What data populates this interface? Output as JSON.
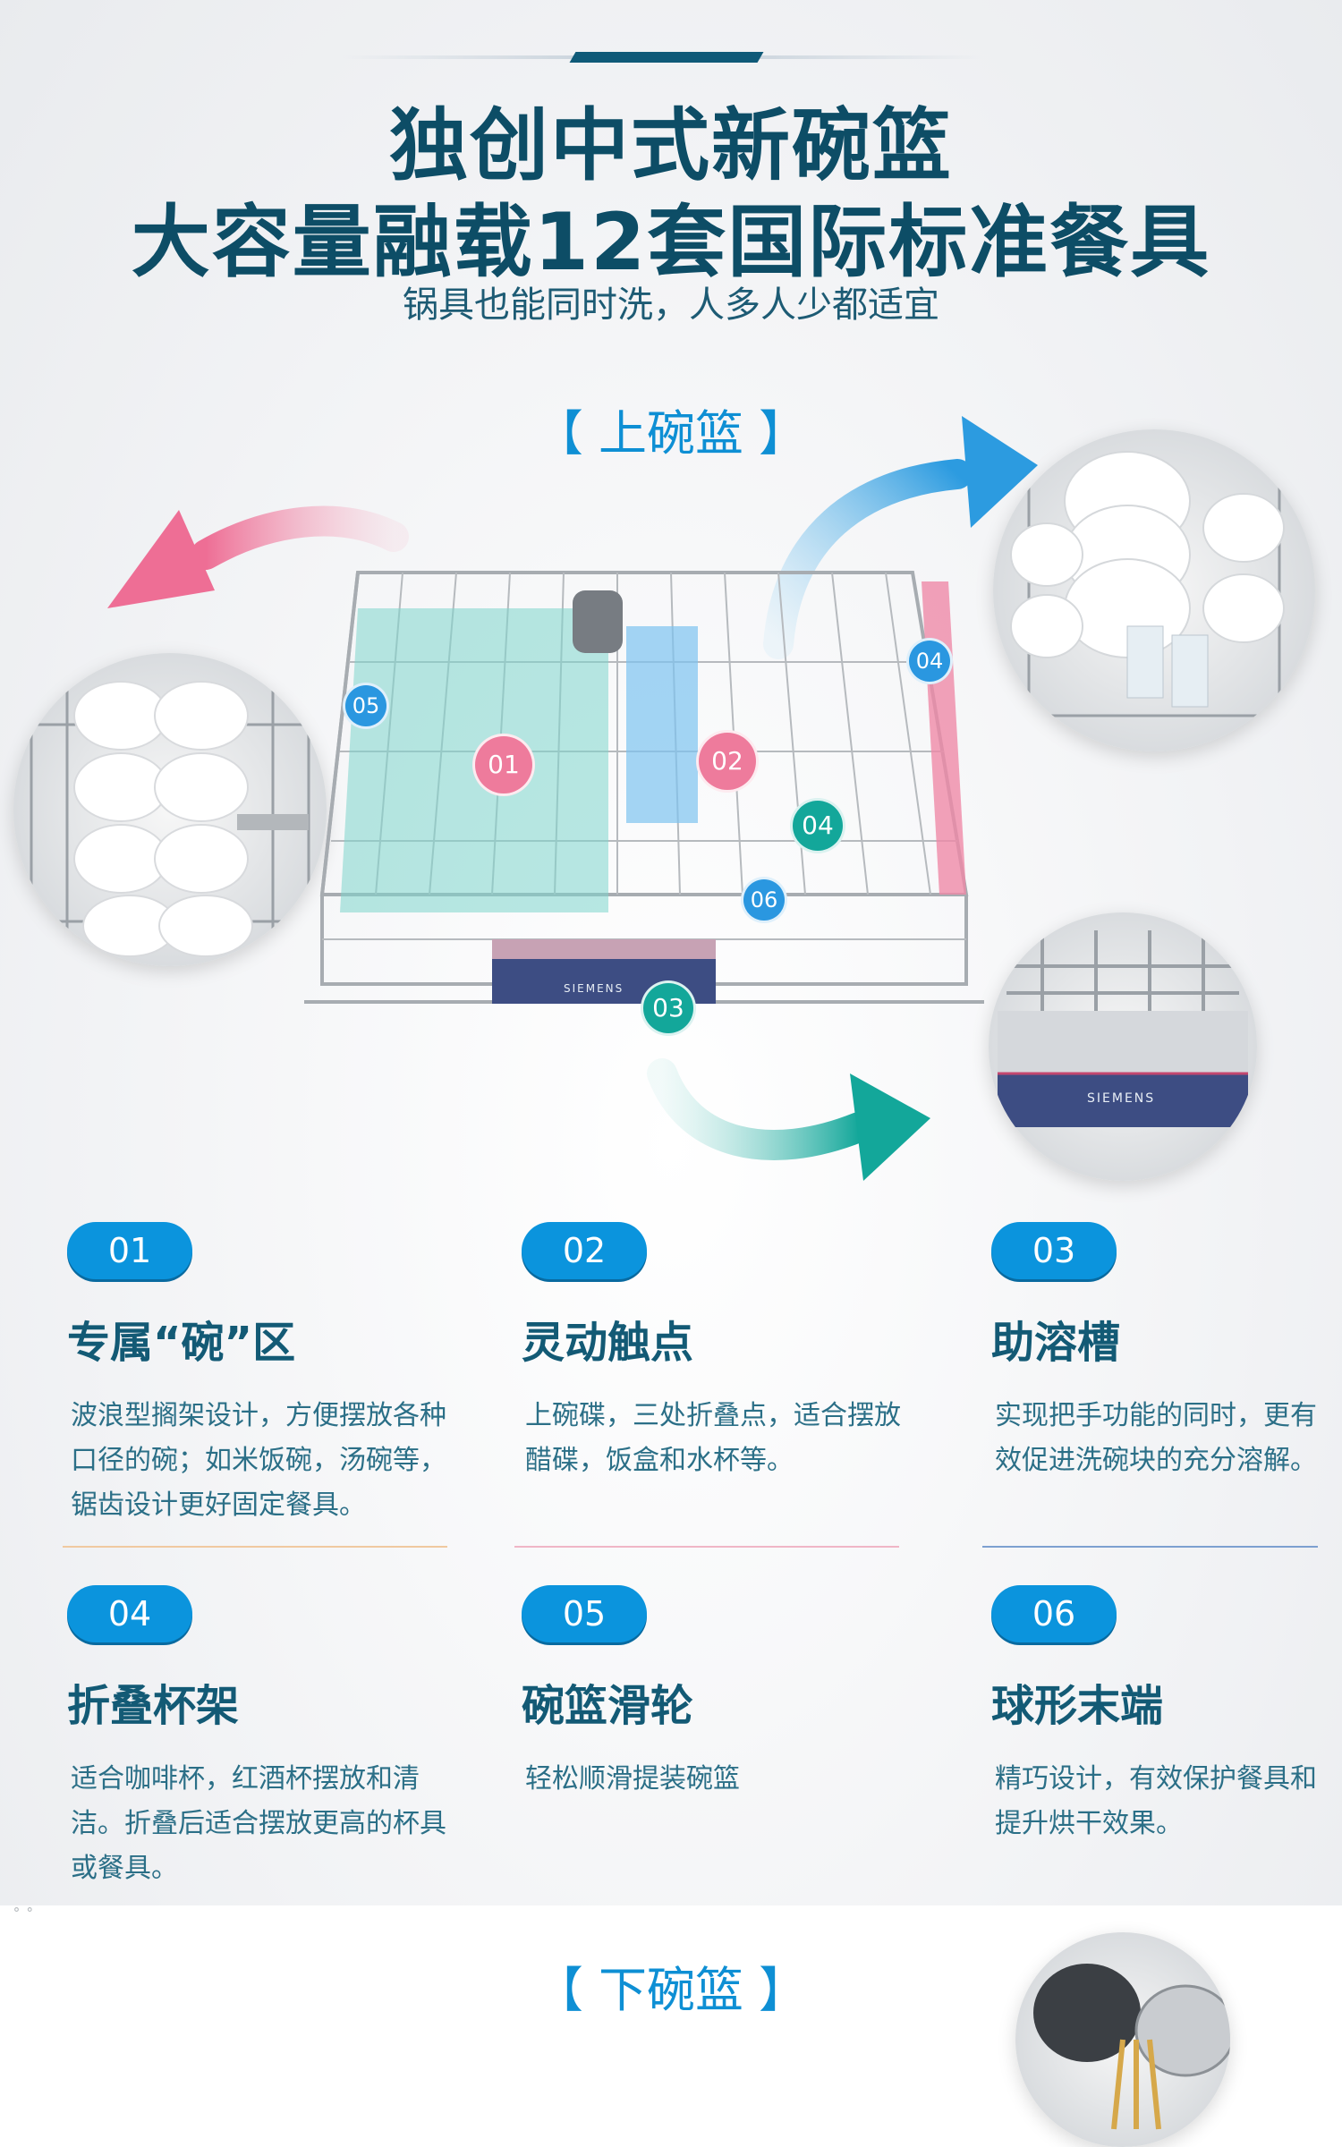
{
  "header": {
    "title_line1": "独创中式新碗篮",
    "title_line2": "大容量融载12套国际标准餐具",
    "subtitle": "锅具也能同时洗，人多人少都适宜"
  },
  "upper_basket": {
    "label": "【 上碗篮 】",
    "brand": "SIEMENS",
    "callouts": [
      "01",
      "02",
      "03",
      "04",
      "04",
      "05",
      "06"
    ]
  },
  "features": [
    {
      "num": "01",
      "title": "专属“碗”区",
      "desc": "波浪型搁架设计，方便摆放各种口径的碗；如米饭碗，汤碗等，锯齿设计更好固定餐具。"
    },
    {
      "num": "02",
      "title": "灵动触点",
      "desc": "上碗碟，三处折叠点，适合摆放醋碟，饭盒和水杯等。"
    },
    {
      "num": "03",
      "title": "助溶槽",
      "desc": "实现把手功能的同时，更有效促进洗碗块的充分溶解。"
    },
    {
      "num": "04",
      "title": "折叠杯架",
      "desc": "适合咖啡杯，红酒杯摆放和清洁。折叠后适合摆放更高的杯具或餐具。"
    },
    {
      "num": "05",
      "title": "碗篮滑轮",
      "desc": "轻松顺滑提装碗篮"
    },
    {
      "num": "06",
      "title": "球形末端",
      "desc": "精巧设计，有效保护餐具和提升烘干效果。"
    }
  ],
  "lower_basket": {
    "label": "【 下碗篮 】"
  },
  "colors": {
    "title": "#0d4d66",
    "accent_blue": "#0b94dd",
    "pink": "#ee7b9c",
    "teal": "#13a79a",
    "divider_orange": "#f0c9a0",
    "divider_pink": "#f0b6c6",
    "divider_blue": "#7da0d0"
  },
  "icons": [
    "arrow-left-pink-icon",
    "arrow-right-blue-icon",
    "arrow-right-teal-icon"
  ]
}
